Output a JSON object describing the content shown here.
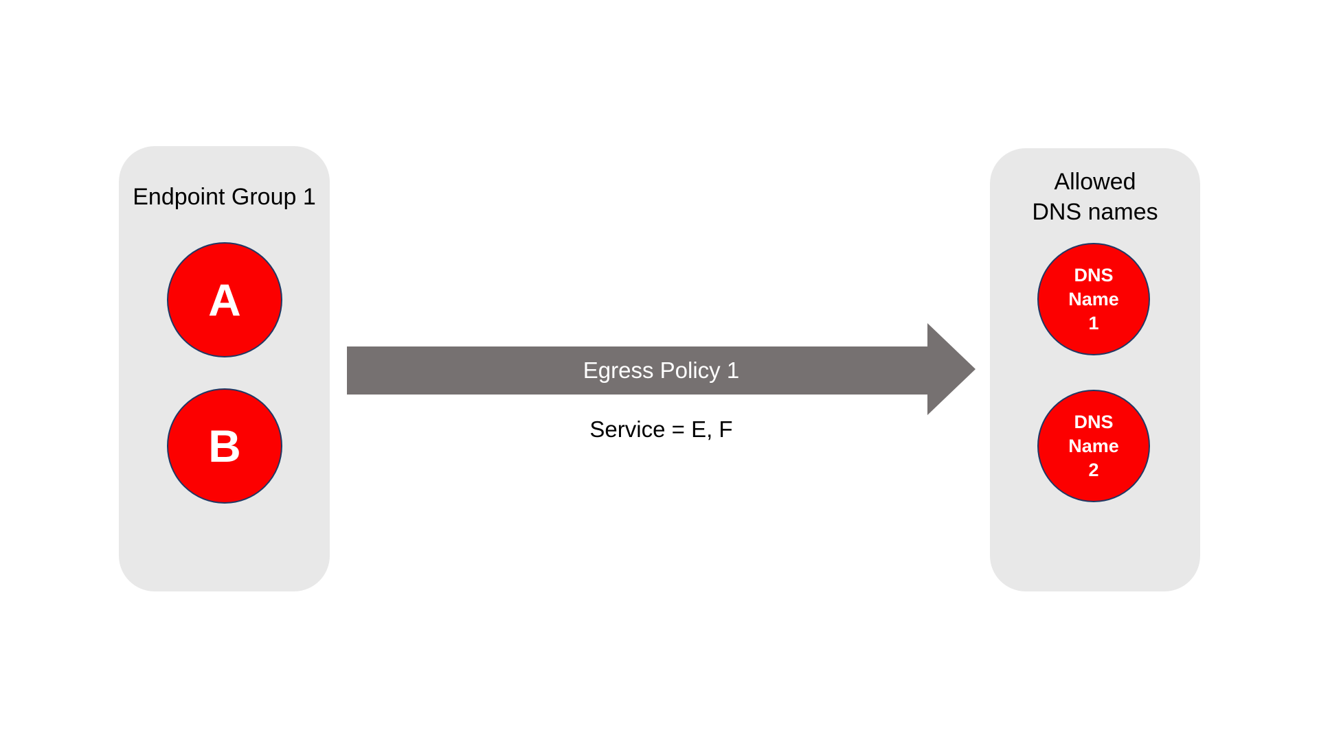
{
  "left_group": {
    "title": "Endpoint Group 1",
    "nodes": [
      {
        "label": "A"
      },
      {
        "label": "B"
      }
    ]
  },
  "arrow": {
    "label": "Egress Policy 1",
    "sublabel": "Service = E, F"
  },
  "right_group": {
    "title_lines": [
      "Allowed",
      "DNS names"
    ],
    "nodes": [
      {
        "lines": [
          "DNS",
          "Name",
          "1"
        ]
      },
      {
        "lines": [
          "DNS",
          "Name",
          "2"
        ]
      }
    ]
  },
  "colors": {
    "background": "#ffffff",
    "panel": "#e8e8e8",
    "arrow": "#767171",
    "arrow_text": "#ffffff",
    "node_fill": "#fc0000",
    "node_border": "#1f3864",
    "node_text": "#ffffff",
    "text": "#000000"
  }
}
